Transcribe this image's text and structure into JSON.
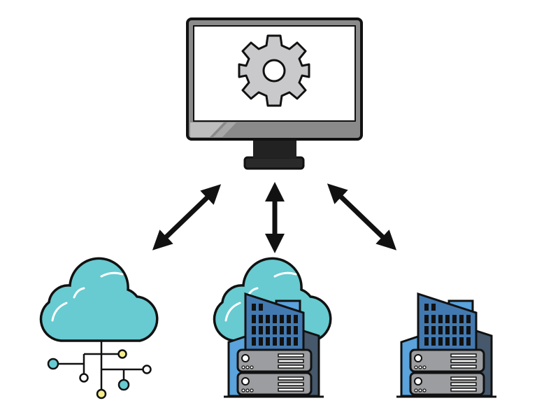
{
  "diagram": {
    "nodes": [
      {
        "id": "computer",
        "icon": "monitor-gear-icon"
      },
      {
        "id": "cloud-network",
        "icon": "cloud-network-icon"
      },
      {
        "id": "hybrid-cloud-datacenter",
        "icon": "cloud-server-building-icon"
      },
      {
        "id": "on-premise-datacenter",
        "icon": "server-building-icon"
      }
    ],
    "edges": [
      {
        "from": "computer",
        "to": "cloud-network",
        "direction": "both"
      },
      {
        "from": "computer",
        "to": "hybrid-cloud-datacenter",
        "direction": "both"
      },
      {
        "from": "computer",
        "to": "on-premise-datacenter",
        "direction": "both"
      }
    ]
  },
  "colors": {
    "outline": "#111111",
    "cloud": "#67cbd1",
    "gear": "#c9c9cb",
    "bezel": "#8a8a8a",
    "building_light": "#5aa3dc",
    "building_mid": "#4279b0",
    "building_dark": "#46586b",
    "server": "#9c9da0",
    "node_yellow": "#f6ee8c"
  }
}
